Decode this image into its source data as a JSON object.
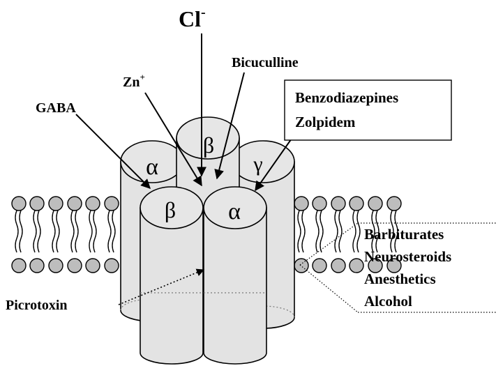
{
  "labels": {
    "ion": "Cl",
    "ion_charge": "-",
    "zinc": "Zn",
    "zinc_charge": "+",
    "bicuculline": "Bicuculline",
    "gaba": "GABA",
    "picrotoxin": "Picrotoxin",
    "benzo_box": [
      "Benzodiazepines",
      "Zolpidem"
    ],
    "barbiturate_box": [
      "Barbiturates",
      "Neurosteroids",
      "Anesthetics",
      "Alcohol"
    ]
  },
  "subunits": {
    "back_left": "α",
    "back_center": "β",
    "back_right": "γ",
    "front_left": "β",
    "front_right": "α"
  },
  "colors": {
    "subunit_fill": "#e3e3e3",
    "lipid_head": "#bdbdbd",
    "outline": "#000000"
  }
}
